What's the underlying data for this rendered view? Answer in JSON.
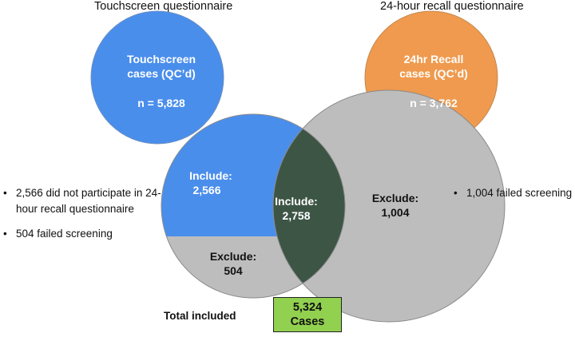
{
  "titles": {
    "left": "Touchscreen questionnaire",
    "right": "24-hour recall questionnaire"
  },
  "circles": {
    "touchscreen": {
      "line1": "Touchscreen",
      "line2": "cases (QC’d)",
      "n": "n = 5,828"
    },
    "recall": {
      "line1": "24hr Recall",
      "line2": "cases (QC’d)",
      "n": "n = 3,762"
    }
  },
  "venn": {
    "left_include": {
      "label": "Include:",
      "value": "2,566"
    },
    "left_exclude": {
      "label": "Exclude:",
      "value": "504"
    },
    "overlap_include": {
      "label": "Include:",
      "value": "2,758"
    },
    "right_exclude": {
      "label": "Exclude:",
      "value": "1,004"
    }
  },
  "notes": {
    "left": [
      "2,566 did not participate in 24-hour recall questionnaire",
      "504 failed screening"
    ],
    "right": [
      "1,004 failed screening"
    ]
  },
  "total": {
    "label": "Total included",
    "value": "5,324",
    "unit": "Cases"
  },
  "colors": {
    "touchscreen": "#4a8eec",
    "recall": "#ef9a4e",
    "exclude": "#bdbdbd",
    "overlap": "#3d5545",
    "total_box": "#92d050",
    "outline": "#8a8a8a"
  }
}
